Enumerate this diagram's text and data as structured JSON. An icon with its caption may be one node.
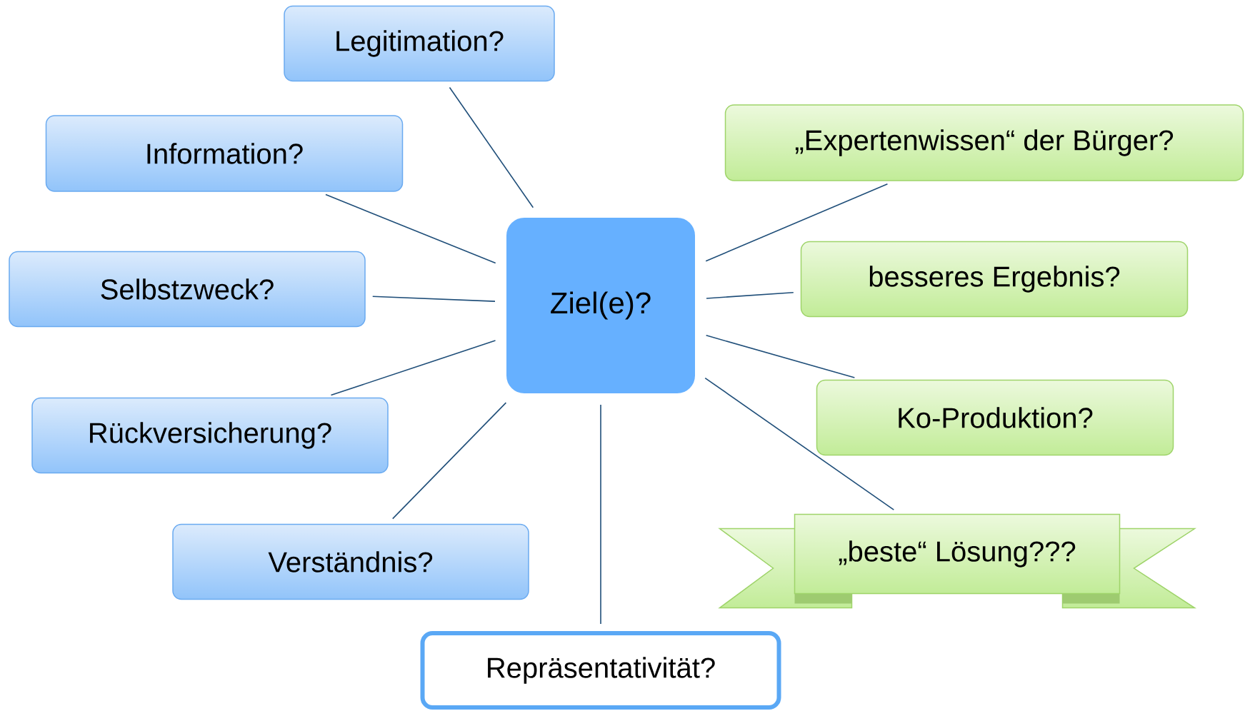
{
  "diagram": {
    "nodes": [
      {
        "text": [
          "Ziel(e)?"
        ]
      },
      {
        "text": [
          "Legitimation?"
        ]
      },
      {
        "text": [
          "Information?"
        ]
      },
      {
        "text": [
          "Selbstzweck?"
        ]
      },
      {
        "text": [
          "Rückversicherung?"
        ]
      },
      {
        "text": [
          "Verständnis?"
        ]
      },
      {
        "text": [
          "Repräsentativität?"
        ]
      },
      {
        "text": [
          "„Expertenwissen“ der Bürger?"
        ]
      },
      {
        "text": [
          "besseres Ergebnis?"
        ]
      },
      {
        "text": [
          "Ko-Produktion?"
        ]
      },
      {
        "text": [
          "„beste“ Lösung???"
        ]
      }
    ],
    "edges": [
      {
        "from": 0,
        "to": 1,
        "arrow": "none"
      },
      {
        "from": 0,
        "to": 2,
        "arrow": "none"
      },
      {
        "from": 0,
        "to": 3,
        "arrow": "none"
      },
      {
        "from": 0,
        "to": 4,
        "arrow": "none"
      },
      {
        "from": 0,
        "to": 5,
        "arrow": "none"
      },
      {
        "from": 0,
        "to": 6,
        "arrow": "none"
      },
      {
        "from": 0,
        "to": 7,
        "arrow": "none"
      },
      {
        "from": 0,
        "to": 8,
        "arrow": "none"
      },
      {
        "from": 0,
        "to": 9,
        "arrow": "none"
      },
      {
        "from": 0,
        "to": 10,
        "arrow": "none"
      }
    ]
  }
}
